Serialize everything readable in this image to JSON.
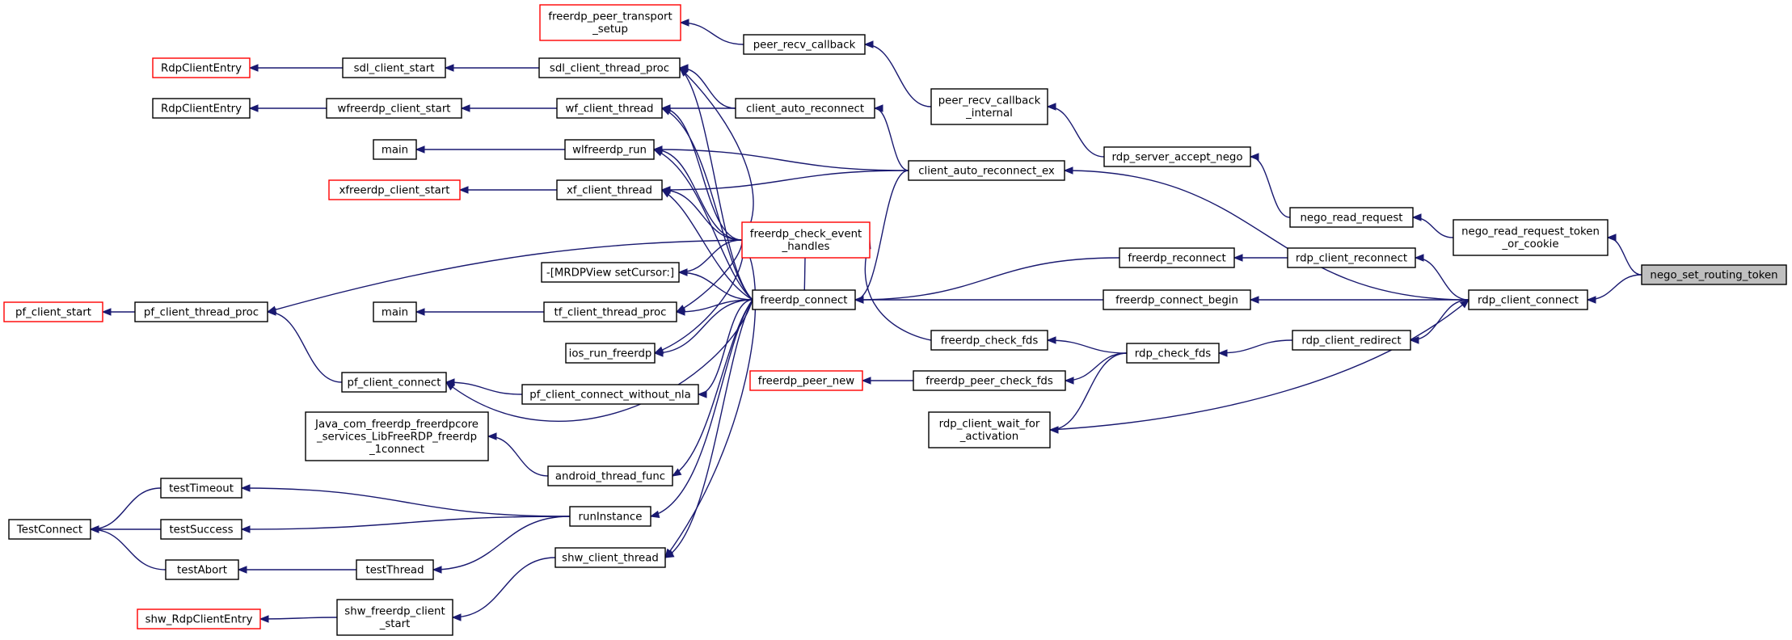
{
  "graph": {
    "focus_node": "nego_set_routing_token",
    "nodes": [
      {
        "id": "n0",
        "lines": [
          "nego_set_routing_token"
        ],
        "style": "focus"
      },
      {
        "id": "n1",
        "lines": [
          "nego_read_request_token",
          "_or_cookie"
        ],
        "style": "normal"
      },
      {
        "id": "n2",
        "lines": [
          "nego_read_request"
        ],
        "style": "normal"
      },
      {
        "id": "n3",
        "lines": [
          "rdp_server_accept_nego"
        ],
        "style": "normal"
      },
      {
        "id": "n4",
        "lines": [
          "peer_recv_callback",
          "_internal"
        ],
        "style": "normal"
      },
      {
        "id": "n5",
        "lines": [
          "peer_recv_callback"
        ],
        "style": "normal"
      },
      {
        "id": "n6",
        "lines": [
          "freerdp_peer_transport",
          "_setup"
        ],
        "style": "truncated"
      },
      {
        "id": "n7",
        "lines": [
          "rdp_client_connect"
        ],
        "style": "normal"
      },
      {
        "id": "n8",
        "lines": [
          "client_auto_reconnect_ex"
        ],
        "style": "normal"
      },
      {
        "id": "n9",
        "lines": [
          "client_auto_reconnect"
        ],
        "style": "normal"
      },
      {
        "id": "n10",
        "lines": [
          "sdl_client_thread_proc"
        ],
        "style": "normal"
      },
      {
        "id": "n11",
        "lines": [
          "sdl_client_start"
        ],
        "style": "normal"
      },
      {
        "id": "n12",
        "lines": [
          "RdpClientEntry"
        ],
        "style": "truncated"
      },
      {
        "id": "n13",
        "lines": [
          "wf_client_thread"
        ],
        "style": "normal"
      },
      {
        "id": "n14",
        "lines": [
          "wfreerdp_client_start"
        ],
        "style": "normal"
      },
      {
        "id": "n15",
        "lines": [
          "RdpClientEntry"
        ],
        "style": "normal"
      },
      {
        "id": "n16",
        "lines": [
          "wlfreerdp_run"
        ],
        "style": "normal"
      },
      {
        "id": "n17",
        "lines": [
          "main"
        ],
        "style": "normal"
      },
      {
        "id": "n18",
        "lines": [
          "xf_client_thread"
        ],
        "style": "normal"
      },
      {
        "id": "n19",
        "lines": [
          "xfreerdp_client_start"
        ],
        "style": "truncated"
      },
      {
        "id": "n20",
        "lines": [
          "freerdp_connect"
        ],
        "style": "normal"
      },
      {
        "id": "n21",
        "lines": [
          "-[MRDPView setCursor:]"
        ],
        "style": "normal"
      },
      {
        "id": "n22",
        "lines": [
          "tf_client_thread_proc"
        ],
        "style": "normal"
      },
      {
        "id": "n23",
        "lines": [
          "main"
        ],
        "style": "normal"
      },
      {
        "id": "n24",
        "lines": [
          "ios_run_freerdp"
        ],
        "style": "normal"
      },
      {
        "id": "n25",
        "lines": [
          "pf_client_connect_without_nla"
        ],
        "style": "normal"
      },
      {
        "id": "n26",
        "lines": [
          "pf_client_connect"
        ],
        "style": "normal"
      },
      {
        "id": "n27",
        "lines": [
          "pf_client_thread_proc"
        ],
        "style": "normal"
      },
      {
        "id": "n28",
        "lines": [
          "pf_client_start"
        ],
        "style": "truncated"
      },
      {
        "id": "n29",
        "lines": [
          "android_thread_func"
        ],
        "style": "normal"
      },
      {
        "id": "n30",
        "lines": [
          "Java_com_freerdp_freerdpcore",
          "_services_LibFreeRDP_freerdp",
          "_1connect"
        ],
        "style": "normal"
      },
      {
        "id": "n31",
        "lines": [
          "runInstance"
        ],
        "style": "normal"
      },
      {
        "id": "n32",
        "lines": [
          "testTimeout"
        ],
        "style": "normal"
      },
      {
        "id": "n33",
        "lines": [
          "TestConnect"
        ],
        "style": "normal"
      },
      {
        "id": "n34",
        "lines": [
          "testSuccess"
        ],
        "style": "normal"
      },
      {
        "id": "n35",
        "lines": [
          "testThread"
        ],
        "style": "normal"
      },
      {
        "id": "n36",
        "lines": [
          "testAbort"
        ],
        "style": "normal"
      },
      {
        "id": "n37",
        "lines": [
          "shw_client_thread"
        ],
        "style": "normal"
      },
      {
        "id": "n38",
        "lines": [
          "shw_freerdp_client",
          "_start"
        ],
        "style": "normal"
      },
      {
        "id": "n39",
        "lines": [
          "shw_RdpClientEntry"
        ],
        "style": "truncated"
      },
      {
        "id": "n40",
        "lines": [
          "freerdp_connect_begin"
        ],
        "style": "normal"
      },
      {
        "id": "n41",
        "lines": [
          "freerdp_reconnect"
        ],
        "style": "normal"
      },
      {
        "id": "n42",
        "lines": [
          "rdp_client_reconnect"
        ],
        "style": "normal"
      },
      {
        "id": "n43",
        "lines": [
          "freerdp_check_event",
          "_handles"
        ],
        "style": "truncated"
      },
      {
        "id": "n44",
        "lines": [
          "rdp_client_redirect"
        ],
        "style": "normal"
      },
      {
        "id": "n45",
        "lines": [
          "rdp_check_fds"
        ],
        "style": "normal"
      },
      {
        "id": "n46",
        "lines": [
          "freerdp_check_fds"
        ],
        "style": "normal"
      },
      {
        "id": "n47",
        "lines": [
          "freerdp_peer_check_fds"
        ],
        "style": "normal"
      },
      {
        "id": "n48",
        "lines": [
          "freerdp_peer_new"
        ],
        "style": "truncated"
      },
      {
        "id": "n49",
        "lines": [
          "rdp_client_wait_for",
          "_activation"
        ],
        "style": "normal"
      }
    ],
    "edges": [
      [
        "n1",
        "n0"
      ],
      [
        "n2",
        "n1"
      ],
      [
        "n3",
        "n2"
      ],
      [
        "n4",
        "n3"
      ],
      [
        "n5",
        "n4"
      ],
      [
        "n6",
        "n5"
      ],
      [
        "n7",
        "n0"
      ],
      [
        "n8",
        "n7"
      ],
      [
        "n9",
        "n8"
      ],
      [
        "n10",
        "n9"
      ],
      [
        "n11",
        "n10"
      ],
      [
        "n12",
        "n11"
      ],
      [
        "n13",
        "n9"
      ],
      [
        "n14",
        "n13"
      ],
      [
        "n15",
        "n14"
      ],
      [
        "n16",
        "n8"
      ],
      [
        "n17",
        "n16"
      ],
      [
        "n18",
        "n8"
      ],
      [
        "n19",
        "n18"
      ],
      [
        "n20",
        "n8"
      ],
      [
        "n21",
        "n20"
      ],
      [
        "n22",
        "n20"
      ],
      [
        "n23",
        "n22"
      ],
      [
        "n24",
        "n20"
      ],
      [
        "n25",
        "n20"
      ],
      [
        "n26",
        "n25"
      ],
      [
        "n27",
        "n26"
      ],
      [
        "n28",
        "n27"
      ],
      [
        "n26",
        "n20"
      ],
      [
        "n29",
        "n20"
      ],
      [
        "n30",
        "n29"
      ],
      [
        "n31",
        "n20"
      ],
      [
        "n32",
        "n31"
      ],
      [
        "n33",
        "n32"
      ],
      [
        "n34",
        "n31"
      ],
      [
        "n33",
        "n34"
      ],
      [
        "n35",
        "n31"
      ],
      [
        "n36",
        "n35"
      ],
      [
        "n33",
        "n36"
      ],
      [
        "n37",
        "n20"
      ],
      [
        "n38",
        "n37"
      ],
      [
        "n39",
        "n38"
      ],
      [
        "n40",
        "n7"
      ],
      [
        "n20",
        "n40"
      ],
      [
        "n41",
        "n42"
      ],
      [
        "n42",
        "n7"
      ],
      [
        "n20",
        "n41"
      ],
      [
        "n43",
        "n20"
      ],
      [
        "n10",
        "n43"
      ],
      [
        "n13",
        "n43"
      ],
      [
        "n16",
        "n43"
      ],
      [
        "n18",
        "n43"
      ],
      [
        "n21",
        "n43"
      ],
      [
        "n22",
        "n43"
      ],
      [
        "n24",
        "n43"
      ],
      [
        "n27",
        "n43"
      ],
      [
        "n37",
        "n43"
      ],
      [
        "n44",
        "n7"
      ],
      [
        "n45",
        "n44"
      ],
      [
        "n46",
        "n45"
      ],
      [
        "n43",
        "n46"
      ],
      [
        "n47",
        "n45"
      ],
      [
        "n48",
        "n47"
      ],
      [
        "n49",
        "n45"
      ],
      [
        "n7",
        "n49"
      ],
      [
        "n10",
        "n20"
      ],
      [
        "n13",
        "n20"
      ],
      [
        "n16",
        "n20"
      ],
      [
        "n18",
        "n20"
      ]
    ]
  }
}
